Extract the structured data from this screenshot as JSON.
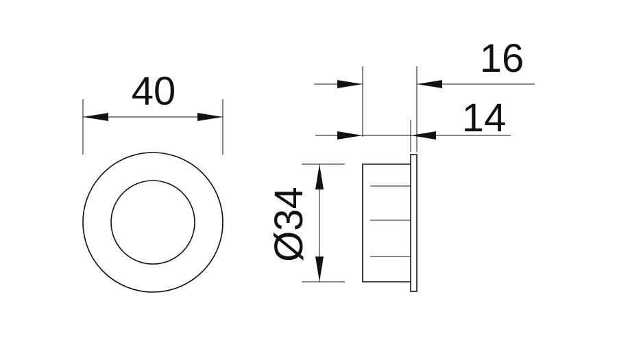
{
  "dimensions": {
    "front_width": "40",
    "total_length": "16",
    "body_length": "14",
    "diameter": "Ø34"
  },
  "colors": {
    "ink": "#111111",
    "background": "#ffffff"
  }
}
